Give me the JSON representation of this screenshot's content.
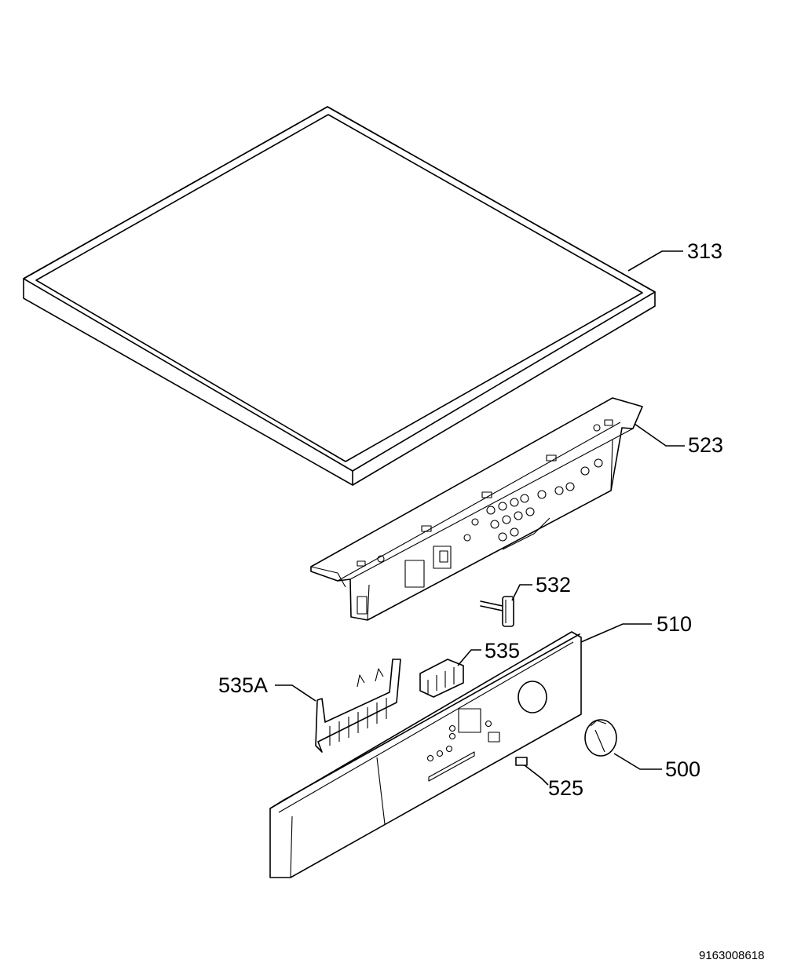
{
  "document_number": "9163008618",
  "callouts": [
    {
      "id": "313",
      "text": "313"
    },
    {
      "id": "523",
      "text": "523"
    },
    {
      "id": "532",
      "text": "532"
    },
    {
      "id": "510",
      "text": "510"
    },
    {
      "id": "535",
      "text": "535"
    },
    {
      "id": "535A",
      "text": "535A"
    },
    {
      "id": "500",
      "text": "500"
    },
    {
      "id": "525",
      "text": "525"
    }
  ]
}
